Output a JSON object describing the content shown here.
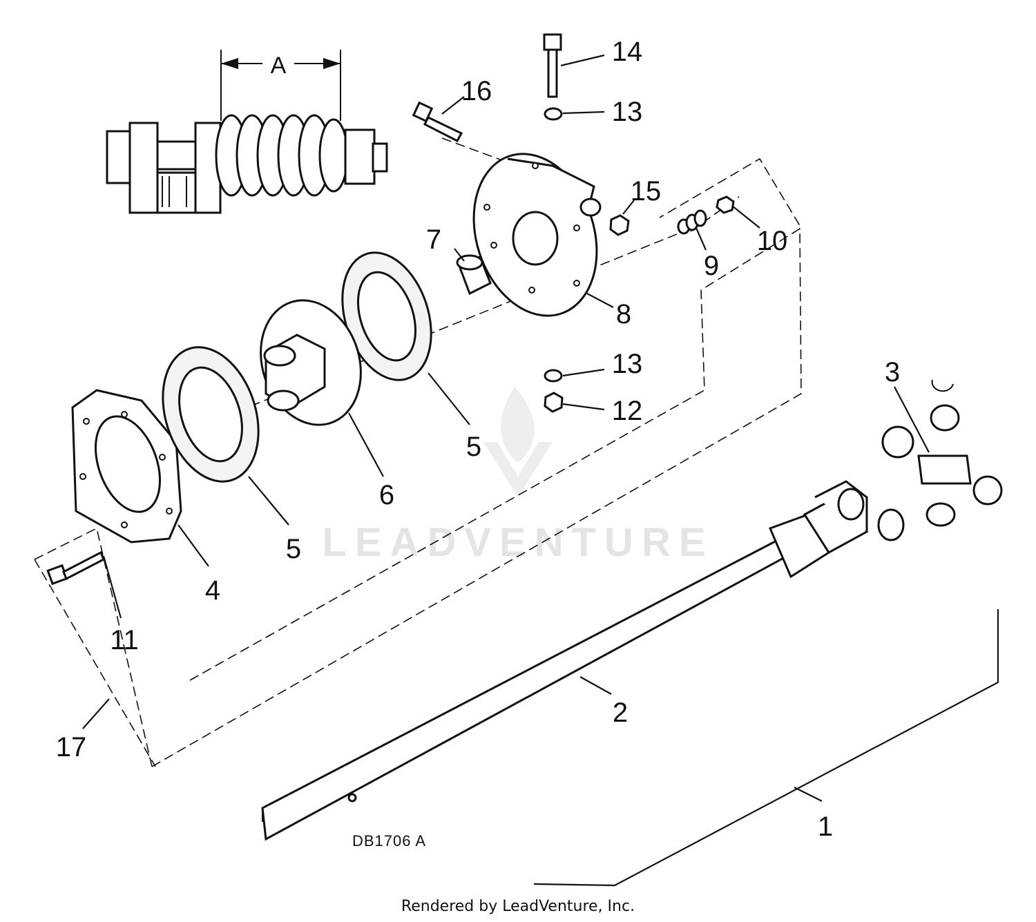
{
  "diagram": {
    "dimension_label": "A",
    "drawing_code": "DB1706 A",
    "watermark": "LEADVENTURE",
    "footer": "Rendered by LeadVenture, Inc."
  },
  "callouts": {
    "c1": "1",
    "c2": "2",
    "c3": "3",
    "c4": "4",
    "c5a": "5",
    "c5b": "5",
    "c6": "6",
    "c7": "7",
    "c8": "8",
    "c9": "9",
    "c10": "10",
    "c11": "11",
    "c12": "12",
    "c13a": "13",
    "c13b": "13",
    "c14": "14",
    "c15": "15",
    "c16": "16",
    "c17": "17"
  }
}
